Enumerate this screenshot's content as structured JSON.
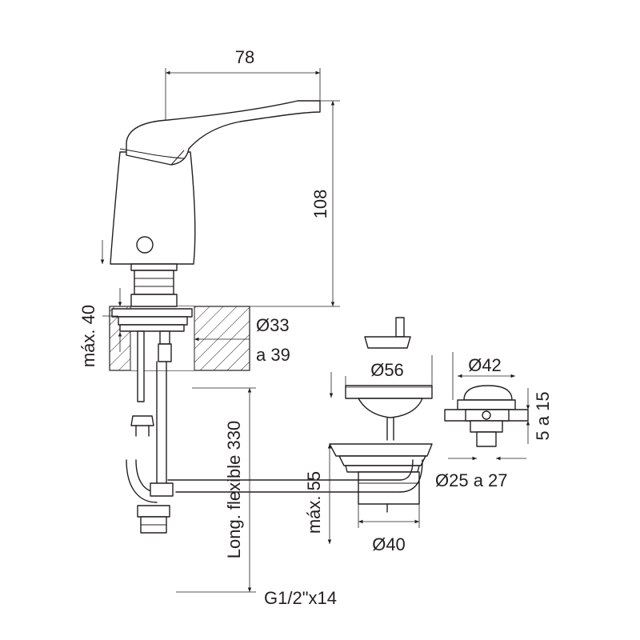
{
  "dimensions": {
    "spout_reach": "78",
    "height": "108",
    "max_deck_thickness": "máx. 40",
    "hole_diameter": "Ø33",
    "hole_range": "a 39",
    "flexible_length": "Long. flexible 330",
    "waste_cap_diameter": "Ø56",
    "waste_max": "máx. 55",
    "waste_body_diameter": "Ø40",
    "connection_thread": "G1/2\"x14",
    "overflow_diameter": "Ø42",
    "overflow_thickness": "5 a 15",
    "overflow_hole": "Ø25 a 27"
  }
}
